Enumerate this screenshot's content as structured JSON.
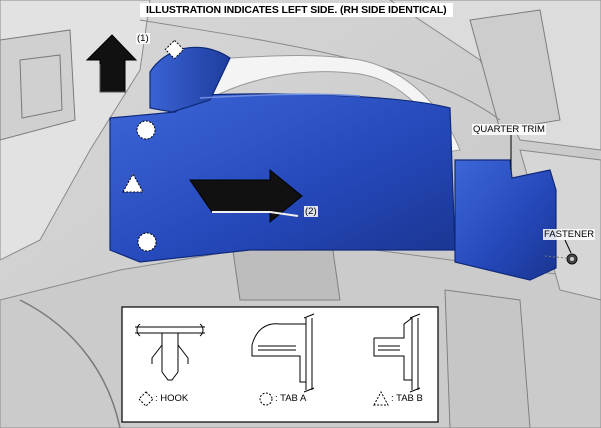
{
  "title": "ILLUSTRATION INDICATES LEFT SIDE. (RH SIDE IDENTICAL)",
  "callouts": {
    "step1": "(1)",
    "step2": "(2)",
    "quarter_trim": "QUARTER TRIM",
    "fastener": "FASTENER"
  },
  "legend": {
    "hook": ": HOOK",
    "tab_a": ": TAB A",
    "tab_b": ": TAB B"
  },
  "colors": {
    "trim_blue": "#2a4fc0",
    "body_gray": "#cfcfcf",
    "arrow_black": "#111111"
  }
}
